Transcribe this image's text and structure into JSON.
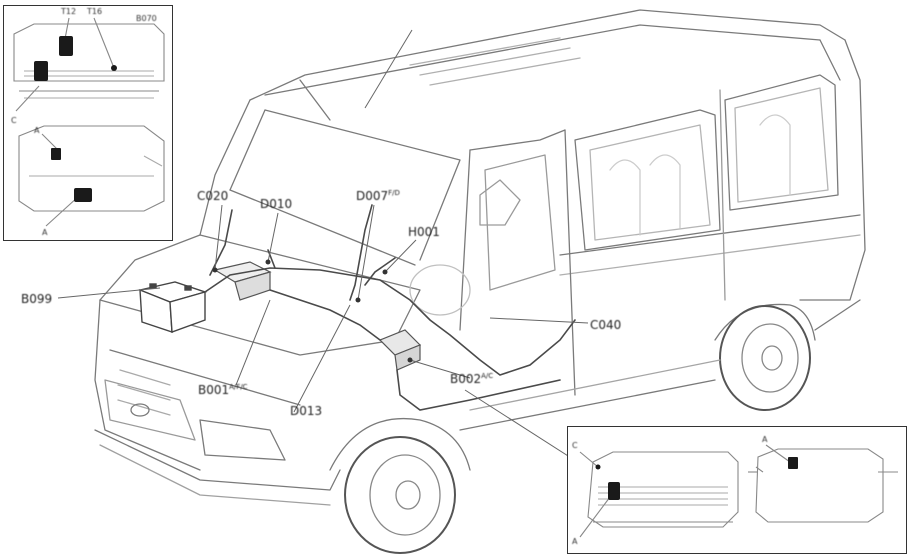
{
  "labels": {
    "c020": "C020",
    "d010": "D010",
    "d007": "D007",
    "d007_sup": "F/D",
    "h001": "H001",
    "b099": "B099",
    "c040": "C040",
    "b001": "B001",
    "b001_sup": "A/F/C",
    "b002": "B002",
    "b002_sup": "A/C",
    "d013": "D013"
  },
  "inset_top_left": {
    "tags": [
      "T12",
      "T16",
      "B070"
    ],
    "view_markers": [
      "A",
      "C",
      "A"
    ]
  },
  "inset_bottom_right": {
    "view_markers": [
      "C",
      "A",
      "A"
    ]
  },
  "colors": {
    "line": "#6e6e6e",
    "dark": "#1a1a1a",
    "light": "#c8c8c8"
  }
}
